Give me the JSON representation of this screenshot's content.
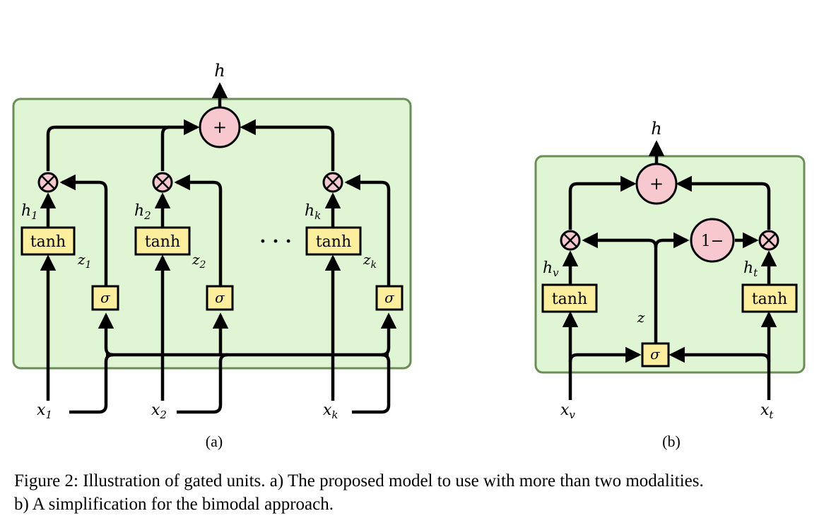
{
  "panel_a": {
    "output_label": "h",
    "sum_symbol": "+",
    "tanh_label": "tanh",
    "sigma_label": "σ",
    "ellipsis": "· · ·",
    "hidden_labels": [
      {
        "base": "h",
        "sub": "1"
      },
      {
        "base": "h",
        "sub": "2"
      },
      {
        "base": "h",
        "sub": "k"
      }
    ],
    "gate_labels": [
      {
        "base": "z",
        "sub": "1"
      },
      {
        "base": "z",
        "sub": "2"
      },
      {
        "base": "z",
        "sub": "k"
      }
    ],
    "input_labels": [
      {
        "base": "x",
        "sub": "1"
      },
      {
        "base": "x",
        "sub": "2"
      },
      {
        "base": "x",
        "sub": "k"
      }
    ],
    "panel_label": "(a)"
  },
  "panel_b": {
    "output_label": "h",
    "sum_symbol": "+",
    "one_minus_label": "1−",
    "tanh_label": "tanh",
    "sigma_label": "σ",
    "hidden_labels": [
      {
        "base": "h",
        "sub": "v"
      },
      {
        "base": "h",
        "sub": "t"
      }
    ],
    "gate_label": "z",
    "input_labels": [
      {
        "base": "x",
        "sub": "v"
      },
      {
        "base": "x",
        "sub": "t"
      }
    ],
    "panel_label": "(b)"
  },
  "caption": {
    "line1": "Figure 2: Illustration of gated units. a) The proposed model to use with more than two modalities.",
    "line2": "b) A simplification for the bimodal approach."
  },
  "colors": {
    "panel_fill": "#dff5d3",
    "panel_stroke": "#6a8e55",
    "node_fill": "#f7c9cf",
    "box_fill": "#fbee9c"
  }
}
